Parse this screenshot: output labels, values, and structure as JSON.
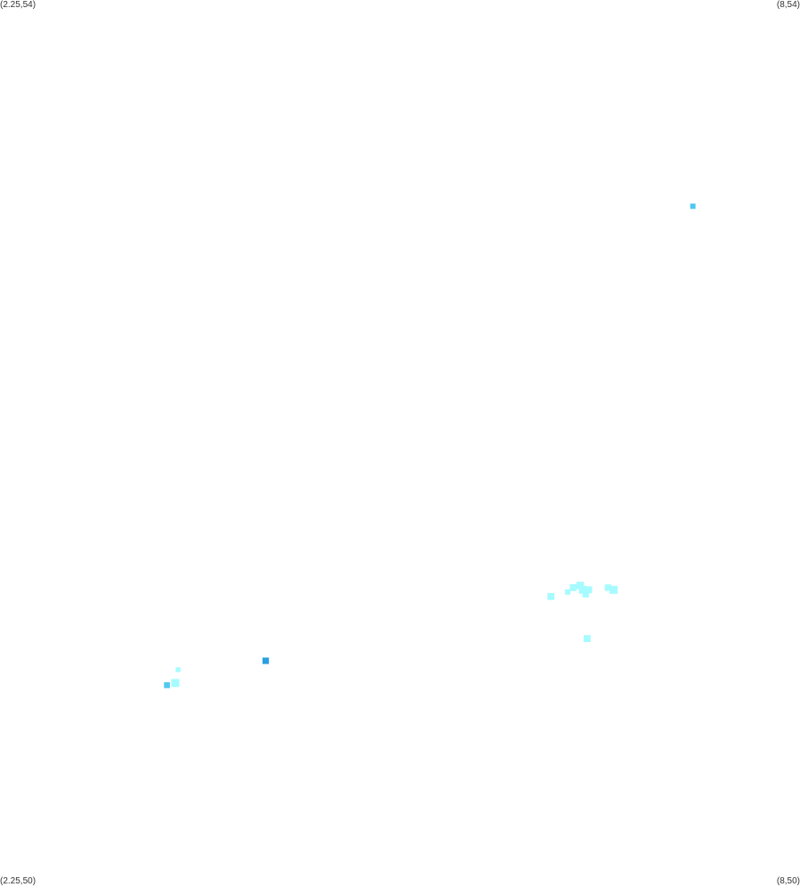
{
  "corners": {
    "top_left": "(2.25,54)",
    "top_right": "(8,54)",
    "bottom_left": "(2.25,50)",
    "bottom_right": "(8,50)"
  },
  "chart_data": {
    "type": "scatter",
    "xlim": [
      2.25,
      8
    ],
    "ylim": [
      50,
      54
    ],
    "grid": false,
    "legend": "none",
    "colors": {
      "light": "#a6fbff",
      "medium": "#4fc8f0",
      "dark": "#2a9fe0"
    },
    "points": [
      {
        "x": 7.23,
        "y": 53.07,
        "shade": "medium",
        "size": 1.0
      },
      {
        "x": 6.21,
        "y": 51.31,
        "shade": "light",
        "size": 1.3
      },
      {
        "x": 6.33,
        "y": 51.33,
        "shade": "light",
        "size": 1.0
      },
      {
        "x": 6.37,
        "y": 51.35,
        "shade": "light",
        "size": 1.3
      },
      {
        "x": 6.42,
        "y": 51.36,
        "shade": "light",
        "size": 1.4
      },
      {
        "x": 6.44,
        "y": 51.34,
        "shade": "light",
        "size": 1.5
      },
      {
        "x": 6.46,
        "y": 51.32,
        "shade": "light",
        "size": 1.2
      },
      {
        "x": 6.48,
        "y": 51.34,
        "shade": "light",
        "size": 1.3
      },
      {
        "x": 6.62,
        "y": 51.35,
        "shade": "light",
        "size": 1.2
      },
      {
        "x": 6.66,
        "y": 51.34,
        "shade": "light",
        "size": 1.5
      },
      {
        "x": 6.47,
        "y": 51.12,
        "shade": "light",
        "size": 1.3
      },
      {
        "x": 4.16,
        "y": 51.02,
        "shade": "dark",
        "size": 1.2
      },
      {
        "x": 3.53,
        "y": 50.98,
        "shade": "light",
        "size": 0.9
      },
      {
        "x": 3.51,
        "y": 50.92,
        "shade": "light",
        "size": 1.5
      },
      {
        "x": 3.45,
        "y": 50.91,
        "shade": "medium",
        "size": 1.1
      }
    ]
  }
}
